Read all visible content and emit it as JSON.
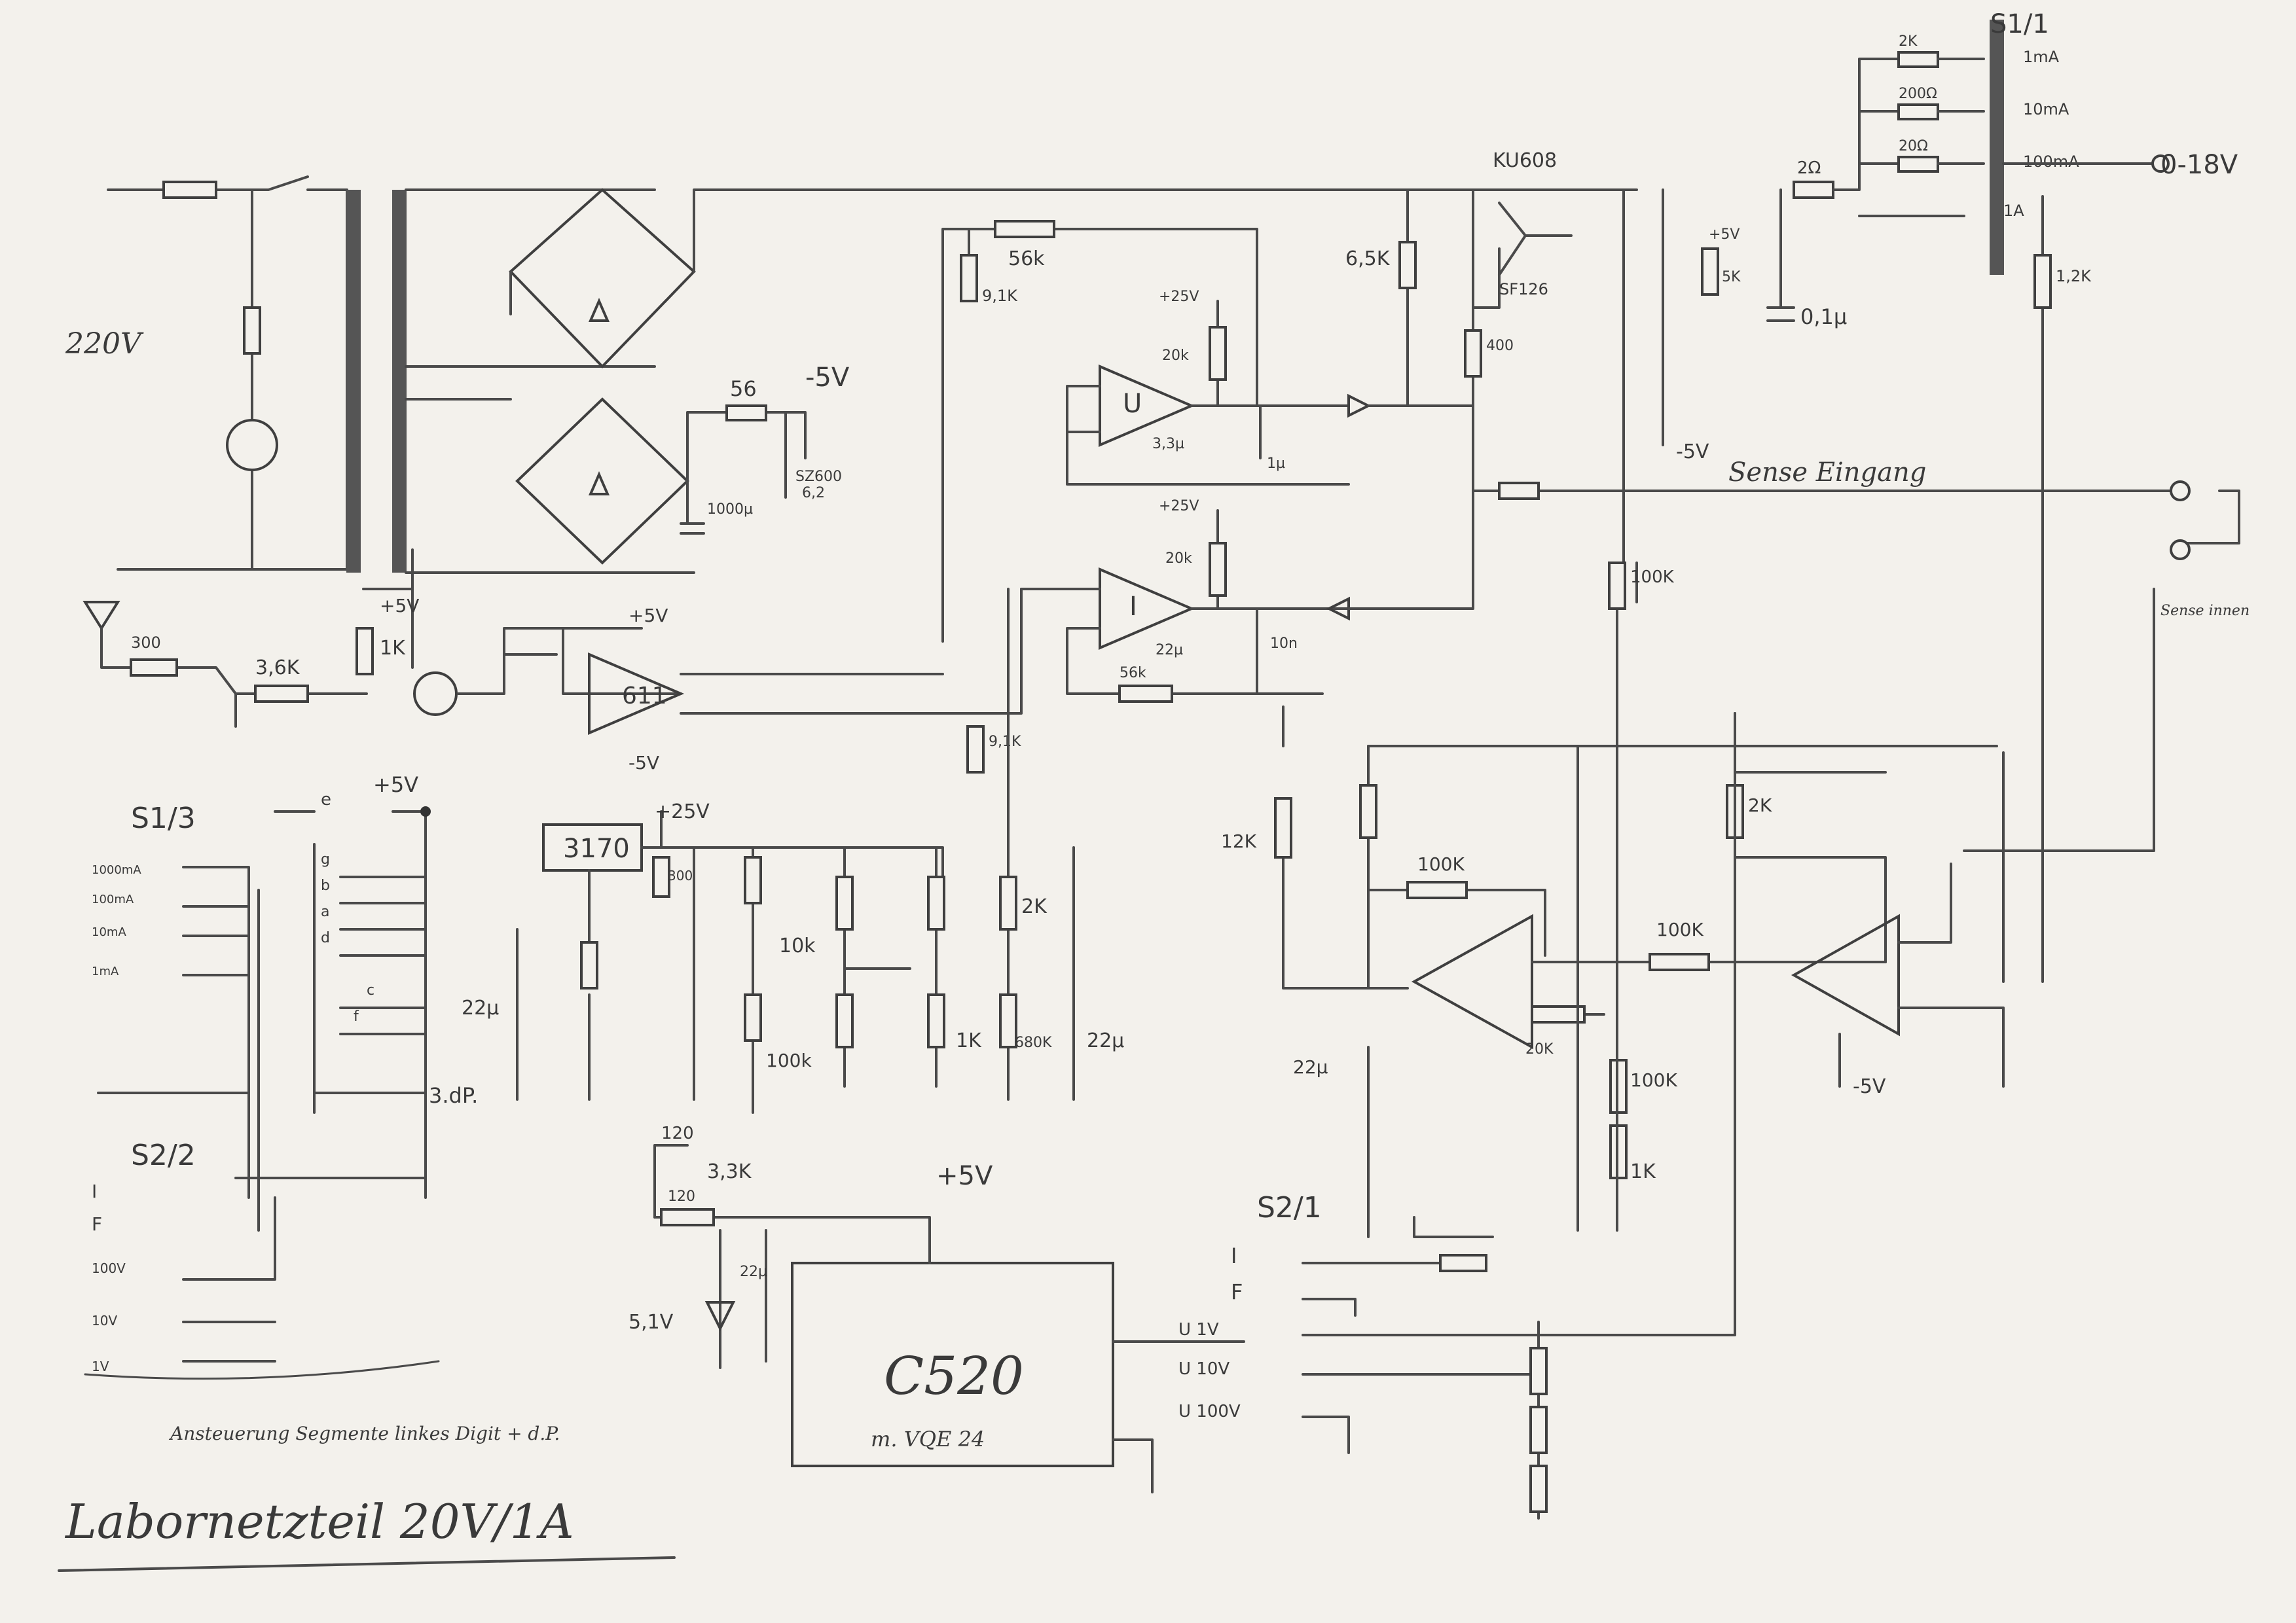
{
  "title": "Labornetzteil 20V/1A",
  "caption": "Ansteuerung Segmente linkes Digit + d.P.",
  "mains": {
    "voltage": "220V"
  },
  "supply": {
    "v_minus_5": "-5V",
    "v_plus_5": "+5V",
    "v_plus_25": "+25V",
    "output": "0-18V"
  },
  "blocks": {
    "c520": "C520",
    "c520_sub": "m. VQE 24",
    "ic3170": "3170",
    "ic611": "611"
  },
  "opamps": {
    "u": "U",
    "i": "I"
  },
  "transistors": {
    "power": "KU608",
    "driver": "SF126"
  },
  "sense": {
    "input": "Sense Eingang",
    "internal": "Sense innen"
  },
  "switches": {
    "s1": "S1/3",
    "s1_positions": [
      "1000mA",
      "100mA",
      "10mA",
      "1mA"
    ],
    "s2_2": "S2/2",
    "s2_2_positions": [
      "I",
      "F",
      "100V",
      "10V",
      "1V"
    ],
    "s2_1": "S2/1",
    "s2_1_positions": [
      "I",
      "F",
      "U 1V",
      "U 10V",
      "U 100V"
    ],
    "s1_1": "S1/1",
    "s1_1_positions": [
      "1mA",
      "10mA",
      "100mA",
      "1A"
    ]
  },
  "segments": {
    "e": "e",
    "g": "g",
    "b": "b",
    "a": "a",
    "d": "d",
    "c": "c",
    "f": "f",
    "dp": "3.dP."
  },
  "components": {
    "r_56": "56",
    "zener_sz600": "SZ600",
    "zener_6v2": "6,2",
    "c_1000u": "1000µ",
    "r_56k_top": "56k",
    "r_9k1_top": "9,1K",
    "r_6k5": "6,5K",
    "r_400": "400",
    "r_20k_u": "20k",
    "c_3u3": "3,3µ",
    "c_1u": "1µ",
    "r_20k_i": "20k",
    "c_22u_i": "22µ",
    "c_10n": "10n",
    "r_56k_i": "56k",
    "r_9k1_i": "9,1K",
    "r_300": "300",
    "r_3k6": "3,6K",
    "r_1k_led": "1K",
    "r_5k": "5K",
    "c_0u1": "0,1µ",
    "r_2r": "2Ω",
    "r_1k2_top": "1,2K",
    "r_2k_s": "2K",
    "r_200_s": "200Ω",
    "r_20_s": "20Ω",
    "r_100k_v": "100K",
    "r_12k": "12K",
    "r_2k_mid": "2K",
    "r_100k_fb": "100K",
    "r_100k_mid": "100K",
    "r_20k_mid": "20K",
    "r_100k_low": "100K",
    "r_1k_pot": "1K",
    "c_22u_mid": "22µ",
    "r_300_ref": "300",
    "c_22u_ref": "22µ",
    "r_10k": "10k",
    "r_100k_ref": "100k",
    "r_1k_ref": "1K",
    "r_680k": "680K",
    "c_22u_r": "22µ",
    "r_2k_ref": "2K",
    "r_120": "120",
    "r_3k3": "3,3K",
    "r_120b": "120",
    "zener_5v1": "5,1V",
    "c_22u_z": "22µ"
  }
}
